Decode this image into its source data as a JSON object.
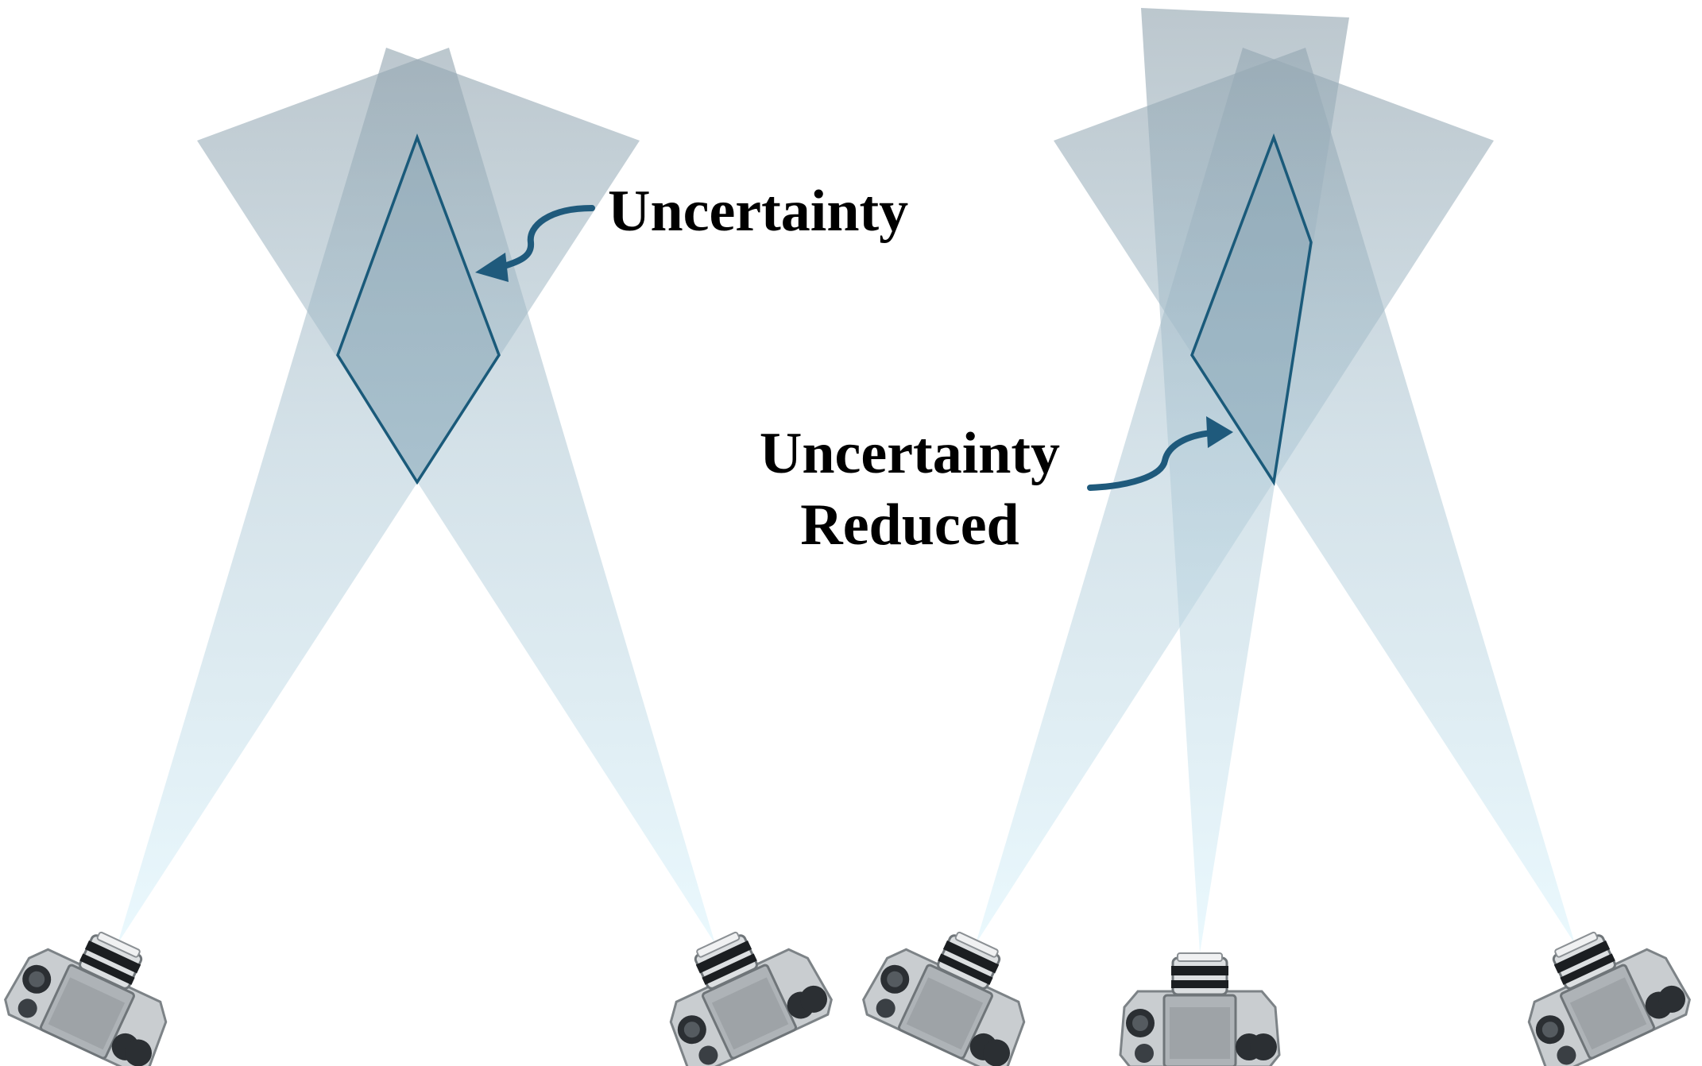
{
  "labels": {
    "left_annotation": "Uncertainty",
    "right_annotation_line1": "Uncertainty",
    "right_annotation_line2": "Reduced"
  },
  "colors": {
    "beam_top": "#9aa9b2",
    "beam_mid": "#b6cad4",
    "beam_bottom": "#e4f6fd",
    "region_stroke": "#1a5a7a",
    "arrow": "#1f5a7c"
  },
  "icons": [
    "camera-icon"
  ]
}
